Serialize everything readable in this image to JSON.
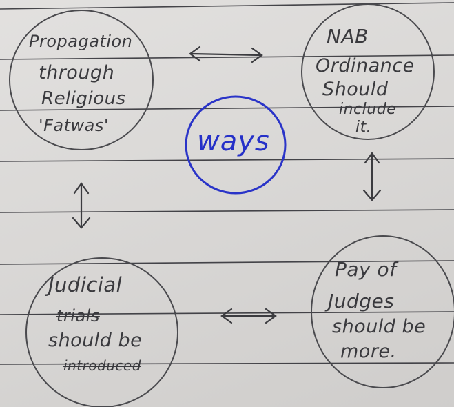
{
  "center": {
    "label": "ways"
  },
  "nodes": {
    "top_left": {
      "lines": [
        "Propagation",
        "through",
        "Religious",
        "'Fatwas'"
      ]
    },
    "top_right": {
      "lines": [
        "NAB",
        "Ordinance",
        "Should",
        "include",
        "it."
      ]
    },
    "bottom_left": {
      "lines": [
        "Judicial",
        "trials",
        "should be",
        "introduced"
      ]
    },
    "bottom_right": {
      "lines": [
        "Pay of",
        "Judges",
        "should be",
        "more."
      ]
    }
  },
  "colors": {
    "ink": "#3a3a3e",
    "center_ink": "#2530c8",
    "paper": "#dcdad8"
  }
}
